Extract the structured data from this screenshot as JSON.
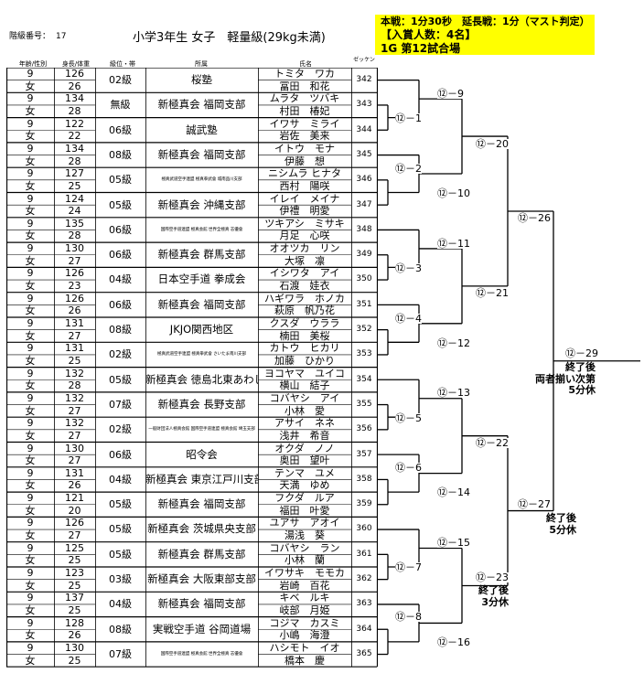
{
  "header": {
    "class_no_label": "階級番号：",
    "class_no": "17",
    "title": "小学3年生 女子　軽量級(29kg未満)"
  },
  "info": {
    "line1": "本戦：1分30秒　延長戦：1分（マスト判定）",
    "line2": "【入賞人数：4名】",
    "line3": "1G 第12試合場"
  },
  "columns": {
    "age_gender": "年齢/性別",
    "height_weight": "身長/体重",
    "rank": "級位・帯",
    "affiliation": "所属",
    "name": "氏名",
    "zekken": "ゼッケン"
  },
  "players": [
    {
      "age": "9",
      "gender": "女",
      "height": "126",
      "weight": "26",
      "rank": "02級",
      "aff": "桜塾",
      "aff_small": false,
      "kana": "トミタ　ワカ",
      "kanji": "冨田　和花",
      "no": "342"
    },
    {
      "age": "9",
      "gender": "女",
      "height": "134",
      "weight": "28",
      "rank": "無級",
      "aff": "新極真会 福岡支部",
      "aff_small": false,
      "kana": "ムラタ　ツバキ",
      "kanji": "村田　椿妃",
      "no": "343"
    },
    {
      "age": "9",
      "gender": "女",
      "height": "122",
      "weight": "22",
      "rank": "06級",
      "aff": "誠武塾",
      "aff_small": false,
      "kana": "イワサ　ミライ",
      "kanji": "岩佐　美来",
      "no": "344"
    },
    {
      "age": "9",
      "gender": "女",
      "height": "134",
      "weight": "28",
      "rank": "08級",
      "aff": "新極真会 福岡支部",
      "aff_small": false,
      "kana": "イトウ　モナ",
      "kanji": "伊藤　想",
      "no": "345"
    },
    {
      "age": "9",
      "gender": "女",
      "height": "127",
      "weight": "25",
      "rank": "05級",
      "aff": "極真武道空手連盟 極真拳武會 城南品川支部",
      "aff_small": true,
      "kana": "ニシムラ ヒナタ",
      "kanji": "西村　陽咲",
      "no": "346"
    },
    {
      "age": "9",
      "gender": "女",
      "height": "124",
      "weight": "24",
      "rank": "05級",
      "aff": "新極真会 沖縄支部",
      "aff_small": false,
      "kana": "イレイ　メイナ",
      "kanji": "伊禮　明愛",
      "no": "347"
    },
    {
      "age": "9",
      "gender": "女",
      "height": "135",
      "weight": "28",
      "rank": "06級",
      "aff": "国際空手道連盟 極真会館 世界全極真 志優會",
      "aff_small": true,
      "kana": "ツキアシ　ミサキ",
      "kanji": "月足　心咲",
      "no": "348"
    },
    {
      "age": "9",
      "gender": "女",
      "height": "130",
      "weight": "27",
      "rank": "06級",
      "aff": "新極真会 群馬支部",
      "aff_small": false,
      "kana": "オオツカ　リン",
      "kanji": "大塚　凛",
      "no": "349"
    },
    {
      "age": "9",
      "gender": "女",
      "height": "126",
      "weight": "23",
      "rank": "04級",
      "aff": "日本空手道 拳成会",
      "aff_small": false,
      "kana": "イシワタ　アイ",
      "kanji": "石渡　娃衣",
      "no": "350"
    },
    {
      "age": "9",
      "gender": "女",
      "height": "126",
      "weight": "26",
      "rank": "06級",
      "aff": "新極真会 福岡支部",
      "aff_small": false,
      "kana": "ハギワラ　ホノカ",
      "kanji": "萩原　帆乃花",
      "no": "351"
    },
    {
      "age": "9",
      "gender": "女",
      "height": "131",
      "weight": "27",
      "rank": "08級",
      "aff": "JKJO関西地区",
      "aff_small": false,
      "kana": "クスダ　ウララ",
      "kanji": "楠田　美桜",
      "no": "352"
    },
    {
      "age": "9",
      "gender": "女",
      "height": "131",
      "weight": "25",
      "rank": "02級",
      "aff": "極真武道空手連盟 極真拳武會 さいたま南川支部",
      "aff_small": true,
      "kana": "カトウ　ヒカリ",
      "kanji": "加藤　ひかり",
      "no": "353"
    },
    {
      "age": "9",
      "gender": "女",
      "height": "132",
      "weight": "28",
      "rank": "05級",
      "aff": "新極真会 徳島北東あわじ支部",
      "aff_small": false,
      "kana": "ヨコヤマ　ユイコ",
      "kanji": "横山　結子",
      "no": "354"
    },
    {
      "age": "9",
      "gender": "女",
      "height": "132",
      "weight": "27",
      "rank": "07級",
      "aff": "新極真会 長野支部",
      "aff_small": false,
      "kana": "コバヤシ　アイ",
      "kanji": "小林　愛",
      "no": "355"
    },
    {
      "age": "9",
      "gender": "女",
      "height": "132",
      "weight": "27",
      "rank": "02級",
      "aff": "一般財団法人極真会館 国際空手道連盟 極真会館 埼玉支部",
      "aff_small": true,
      "kana": "アサイ　ネネ",
      "kanji": "浅井　希音",
      "no": "356"
    },
    {
      "age": "9",
      "gender": "女",
      "height": "130",
      "weight": "27",
      "rank": "06級",
      "aff": "昭令会",
      "aff_small": false,
      "kana": "オクダ　ノノ",
      "kanji": "奥田　望叶",
      "no": "357"
    },
    {
      "age": "9",
      "gender": "女",
      "height": "131",
      "weight": "26",
      "rank": "04級",
      "aff": "新極真会 東京江戸川支部",
      "aff_small": false,
      "kana": "テンマ　ユメ",
      "kanji": "天満　ゆめ",
      "no": "358"
    },
    {
      "age": "9",
      "gender": "女",
      "height": "121",
      "weight": "20",
      "rank": "05級",
      "aff": "新極真会 福岡支部",
      "aff_small": false,
      "kana": "フクダ　ルア",
      "kanji": "福田　叶愛",
      "no": "359"
    },
    {
      "age": "9",
      "gender": "女",
      "height": "126",
      "weight": "27",
      "rank": "05級",
      "aff": "新極真会 茨城県央支部",
      "aff_small": false,
      "kana": "ユアサ　アオイ",
      "kanji": "湯浅　葵",
      "no": "360"
    },
    {
      "age": "9",
      "gender": "女",
      "height": "125",
      "weight": "25",
      "rank": "05級",
      "aff": "新極真会 群馬支部",
      "aff_small": false,
      "kana": "コバヤシ　ラン",
      "kanji": "小林　蘭",
      "no": "361"
    },
    {
      "age": "9",
      "gender": "女",
      "height": "123",
      "weight": "25",
      "rank": "03級",
      "aff": "新極真会 大阪東部支部",
      "aff_small": false,
      "kana": "イワサキ　モモカ",
      "kanji": "岩崎　百花",
      "no": "362"
    },
    {
      "age": "9",
      "gender": "女",
      "height": "137",
      "weight": "25",
      "rank": "04級",
      "aff": "新極真会 福岡支部",
      "aff_small": false,
      "kana": "キベ　ルキ",
      "kanji": "岐部　月姫",
      "no": "363"
    },
    {
      "age": "9",
      "gender": "女",
      "height": "128",
      "weight": "26",
      "rank": "08級",
      "aff": "実戦空手道 谷岡道場",
      "aff_small": false,
      "kana": "コジマ　カスミ",
      "kanji": "小嶋　海澄",
      "no": "364"
    },
    {
      "age": "9",
      "gender": "女",
      "height": "130",
      "weight": "25",
      "rank": "07級",
      "aff": "国際空手道連盟 極真会館 世界全極真 志優會",
      "aff_small": true,
      "kana": "ハシモト　イオ",
      "kanji": "橋本　慶",
      "no": "365"
    }
  ],
  "matches": {
    "m1": "⑫－1",
    "m2": "⑫－2",
    "m3": "⑫－3",
    "m4": "⑫－4",
    "m5": "⑫－5",
    "m6": "⑫－6",
    "m7": "⑫－7",
    "m8": "⑫－8",
    "m9": "⑫－9",
    "m10": "⑫－10",
    "m11": "⑫－11",
    "m12": "⑫－12",
    "m13": "⑫－13",
    "m14": "⑫－14",
    "m15": "⑫－15",
    "m16": "⑫－16",
    "m20": "⑫－20",
    "m21": "⑫－21",
    "m22": "⑫－22",
    "m23": "⑫－23",
    "m26": "⑫－26",
    "m27": "⑫－27",
    "m29": "⑫－29"
  },
  "notes": {
    "m29_note1": "終了後",
    "m29_note2": "両者揃い次第",
    "m29_note3": "5分休",
    "m27_note1": "終了後",
    "m27_note2": "5分休",
    "m23_note1": "終了後",
    "m23_note2": "3分休"
  }
}
